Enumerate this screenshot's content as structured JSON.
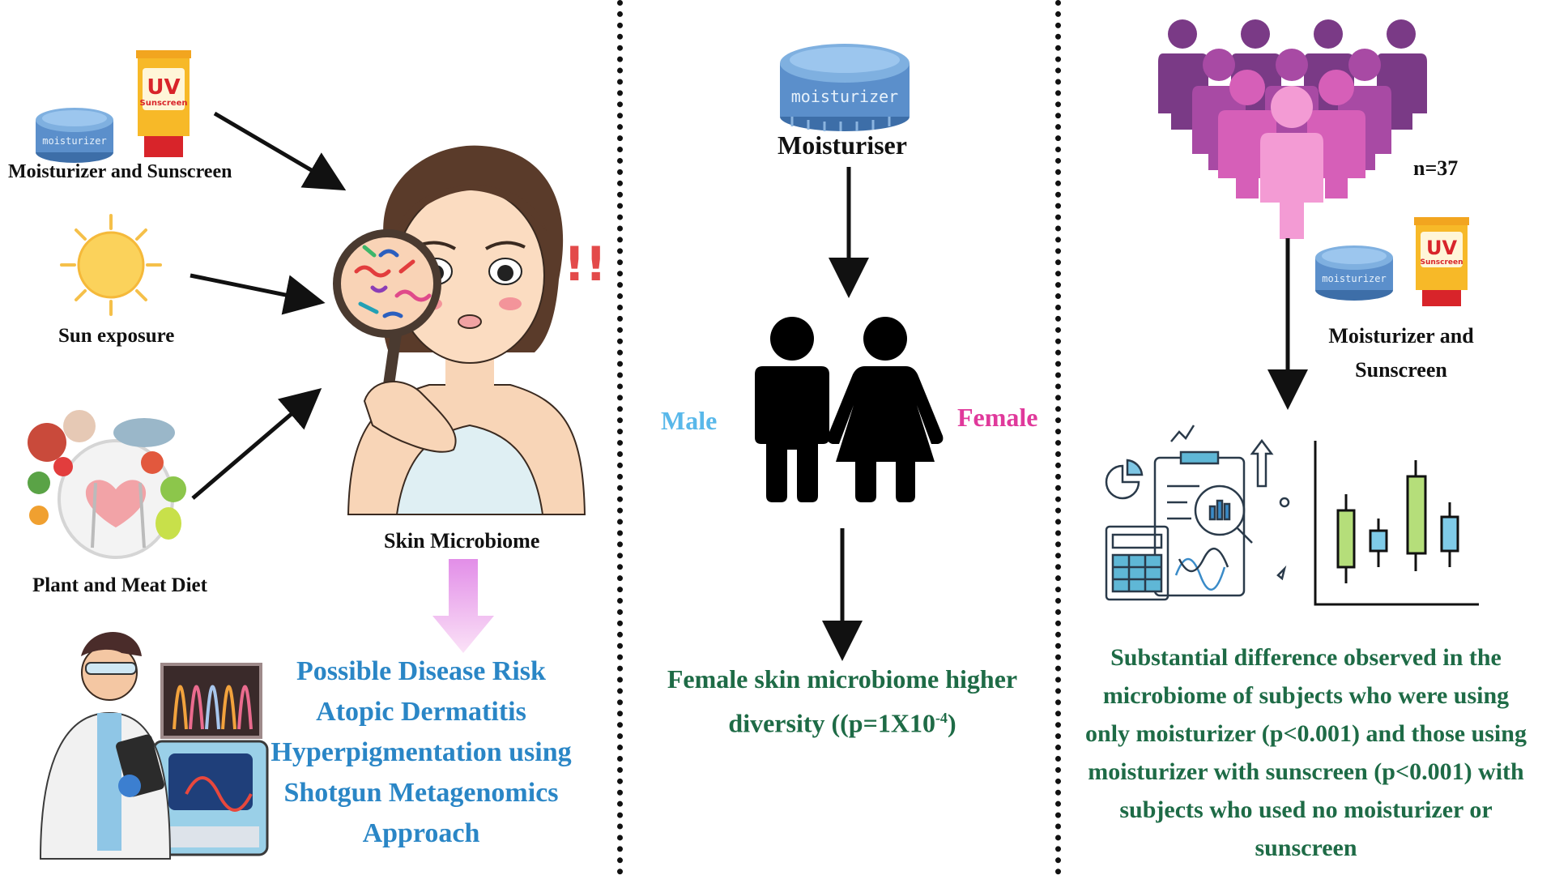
{
  "left": {
    "moisturizer_sunscreen_label": "Moisturizer and Sunscreen",
    "sun_label": "Sun exposure",
    "diet_label": "Plant and Meat Diet",
    "skin_label": "Skin Microbiome",
    "risk_lines": [
      "Possible Disease Risk",
      "Atopic Dermatitis",
      "Hyperpigmentation using",
      "Shotgun Metagenomics",
      "Approach"
    ],
    "jar_text": "moisturizer",
    "tube_uv": "UV",
    "tube_text": "Sunscreen",
    "alert_marks": "!!"
  },
  "middle": {
    "jar_text": "moisturizer",
    "title": "Moisturiser",
    "male": "Male",
    "female": "Female",
    "result_line1": "Female skin microbiome higher",
    "result_line2_pre": "diversity ((p=1X10",
    "result_line2_sup": "-4",
    "result_line2_post": ")"
  },
  "right": {
    "n_label": "n=37",
    "jar_text": "moisturizer",
    "tube_uv": "UV",
    "tube_text": "Sunscreen",
    "ms_line1": "Moisturizer and",
    "ms_line2": "Sunscreen",
    "conclusion_lines": [
      "Substantial difference observed in the",
      "microbiome of subjects who were using",
      "only moisturizer (p<0.001) and those using",
      "moisturizer with sunscreen (p<0.001) with",
      "subjects who used no moisturizer or",
      "sunscreen"
    ]
  },
  "colors": {
    "risk_text": "#2a86c6",
    "result_text": "#1e6b46",
    "male": "#59b8ea",
    "female": "#e0399b",
    "jar_blue": "#5b8fcb",
    "tube_yellow": "#f7b928"
  }
}
